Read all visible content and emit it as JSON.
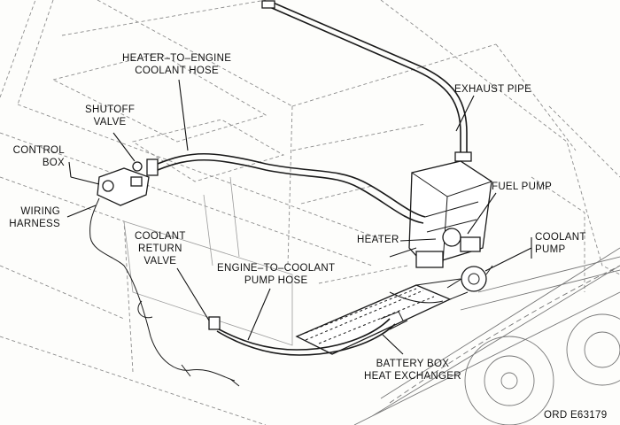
{
  "labels": {
    "heater_to_engine": [
      "HEATER–TO–ENGINE",
      "COOLANT HOSE"
    ],
    "exhaust_pipe": "EXHAUST PIPE",
    "shutoff_valve": [
      "SHUTOFF",
      "VALVE"
    ],
    "control_box": [
      "CONTROL",
      "BOX"
    ],
    "fuel_pump": "FUEL PUMP",
    "wiring_harness": [
      "WIRING",
      "HARNESS"
    ],
    "coolant_pump": [
      "COOLANT",
      "PUMP"
    ],
    "heater": "HEATER",
    "coolant_return_valve": [
      "COOLANT",
      "RETURN",
      "VALVE"
    ],
    "engine_to_coolant": [
      "ENGINE–TO–COOLANT",
      "PUMP HOSE"
    ],
    "battery_box": [
      "BATTERY BOX",
      "HEAT EXCHANGER"
    ],
    "figure_ref": "ORD E63179"
  }
}
